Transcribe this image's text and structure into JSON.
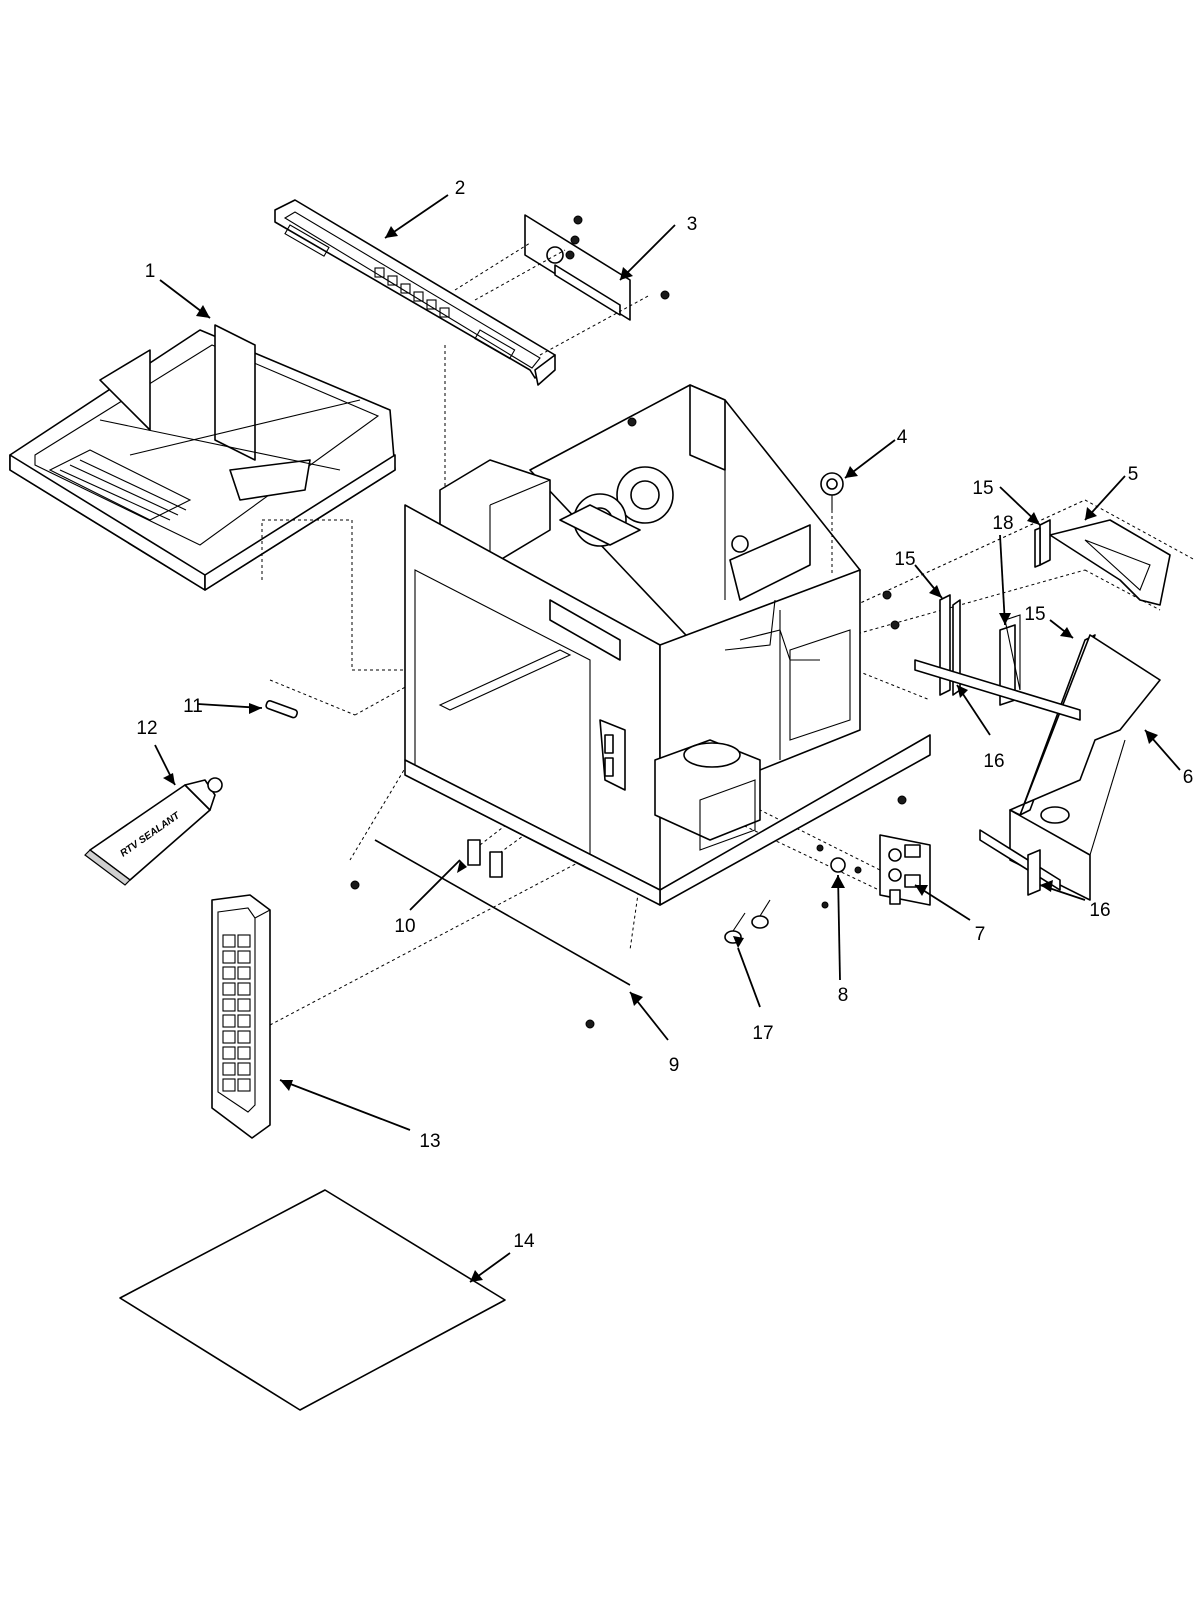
{
  "diagram": {
    "callouts": [
      {
        "id": "c1",
        "label": "1"
      },
      {
        "id": "c2",
        "label": "2"
      },
      {
        "id": "c3",
        "label": "3"
      },
      {
        "id": "c4",
        "label": "4"
      },
      {
        "id": "c5",
        "label": "5"
      },
      {
        "id": "c6",
        "label": "6"
      },
      {
        "id": "c7",
        "label": "7"
      },
      {
        "id": "c8",
        "label": "8"
      },
      {
        "id": "c9",
        "label": "9"
      },
      {
        "id": "c10",
        "label": "10"
      },
      {
        "id": "c11",
        "label": "11"
      },
      {
        "id": "c12",
        "label": "12"
      },
      {
        "id": "c13",
        "label": "13"
      },
      {
        "id": "c14",
        "label": "14"
      },
      {
        "id": "c15a",
        "label": "15"
      },
      {
        "id": "c15b",
        "label": "15"
      },
      {
        "id": "c15c",
        "label": "15"
      },
      {
        "id": "c16a",
        "label": "16"
      },
      {
        "id": "c16b",
        "label": "16"
      },
      {
        "id": "c16c",
        "label": "16"
      },
      {
        "id": "c17",
        "label": "17"
      },
      {
        "id": "c18",
        "label": "18"
      }
    ],
    "sealant_tube_text": "RTV SEALANT"
  },
  "colors": {
    "line": "#000000",
    "background": "#ffffff"
  }
}
